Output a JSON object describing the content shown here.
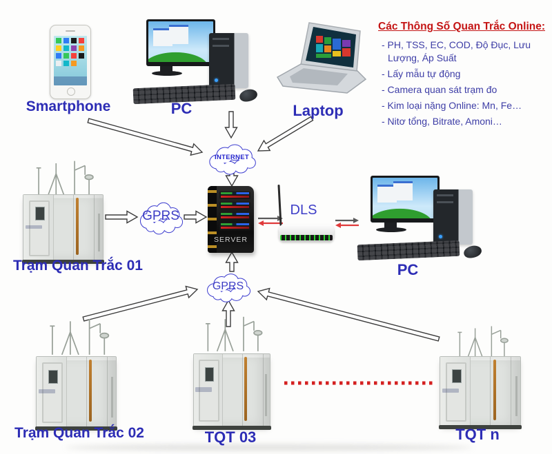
{
  "info_panel": {
    "title": "Các Thông Số Quan Trắc Online:",
    "items": [
      "- PH, TSS, EC, COD, Độ Đục, Lưu Lượng, Áp Suất",
      "- Lấy mẫu tự động",
      "- Camera quan sát trạm đo",
      "- Kim loại nặng Online: Mn, Fe…",
      "- Nitơ tổng, Bitrate, Amoni…"
    ],
    "title_color": "#c41414",
    "text_color": "#3d3da6"
  },
  "devices": {
    "smartphone": {
      "label": "Smartphone"
    },
    "pc_top": {
      "label": "PC"
    },
    "laptop": {
      "label": "Laptop"
    },
    "pc_right": {
      "label": "PC"
    },
    "server": {
      "label": "SERVER"
    },
    "router": {
      "label": "DLS"
    }
  },
  "network": {
    "internet": {
      "label": "INTERNET"
    },
    "gprs_left": {
      "label": "GPRS"
    },
    "gprs_bottom": {
      "label": "GPRS"
    }
  },
  "stations": {
    "station_01": {
      "label": "Trạm Quan Trắc 01"
    },
    "station_02": {
      "label": "Trạm Quan Trắc 02"
    },
    "station_03": {
      "label": "TQT 03"
    },
    "station_n": {
      "label": "TQT n"
    }
  },
  "colors": {
    "label_blue": "#2d2db5",
    "cloud_outline": "#3b3bcf",
    "dotted_line_red": "#d42020",
    "arrow_outline": "#3c3c3c",
    "arrow_gray": "#5a5a5a",
    "arrow_red": "#e03a3a"
  }
}
